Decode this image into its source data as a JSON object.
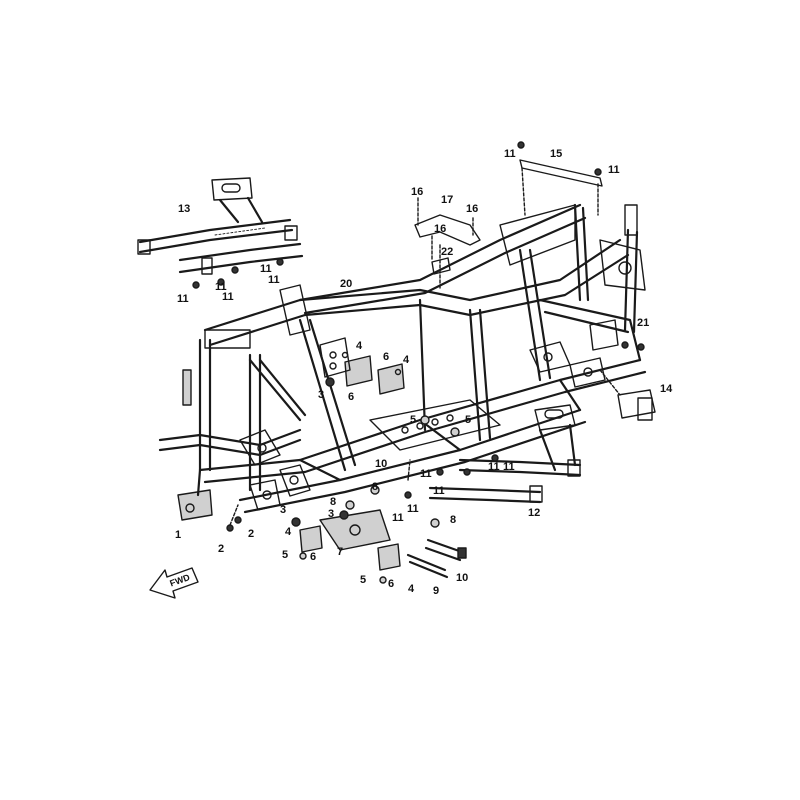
{
  "diagram": {
    "labels": {
      "l1": "1",
      "l2a": "2",
      "l2b": "2",
      "l3a": "3",
      "l3b": "3",
      "l3c": "3",
      "l4a": "4",
      "l4b": "4",
      "l4c": "4",
      "l4d": "4",
      "l5a": "5",
      "l5b": "5",
      "l5c": "5",
      "l5d": "5",
      "l6a": "6",
      "l6b": "6",
      "l6c": "6",
      "l6d": "6",
      "l7": "7",
      "l8a": "8",
      "l8b": "8",
      "l8c": "8",
      "l9": "9",
      "l10a": "10",
      "l10b": "10",
      "l11a": "11",
      "l11b": "11",
      "l11c": "11",
      "l11d": "11",
      "l11e": "11",
      "l11f": "11",
      "l11g": "11",
      "l11h": "11",
      "l11i": "11",
      "l11j": "11",
      "l11k": "11",
      "l11l": "11",
      "l11m": "11",
      "l12": "12",
      "l13": "13",
      "l14": "14",
      "l15": "15",
      "l16a": "16",
      "l16b": "16",
      "l16c": "16",
      "l17": "17",
      "l20": "20",
      "l21": "21",
      "l22": "22"
    },
    "fwd_label": "FWD"
  }
}
